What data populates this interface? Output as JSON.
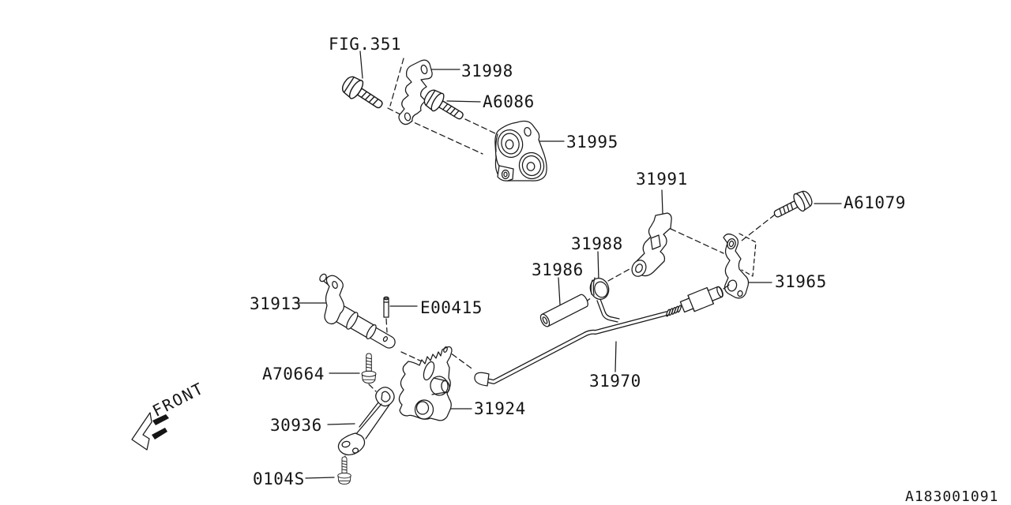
{
  "labels": {
    "fig351": "FIG.351",
    "p31998": "31998",
    "a6086": "A6086",
    "p31995": "31995",
    "p31991": "31991",
    "a61079": "A61079",
    "p31988": "31988",
    "p31986": "31986",
    "p31965": "31965",
    "p31913": "31913",
    "e00415": "E00415",
    "a70664": "A70664",
    "p31970": "31970",
    "p31924": "31924",
    "p30936": "30936",
    "p0104s": "0104S"
  },
  "annotations": {
    "front": "FRONT",
    "drawing_number": "A183001091"
  },
  "style": {
    "line_color": "#1a1a1a",
    "background_color": "#ffffff"
  }
}
